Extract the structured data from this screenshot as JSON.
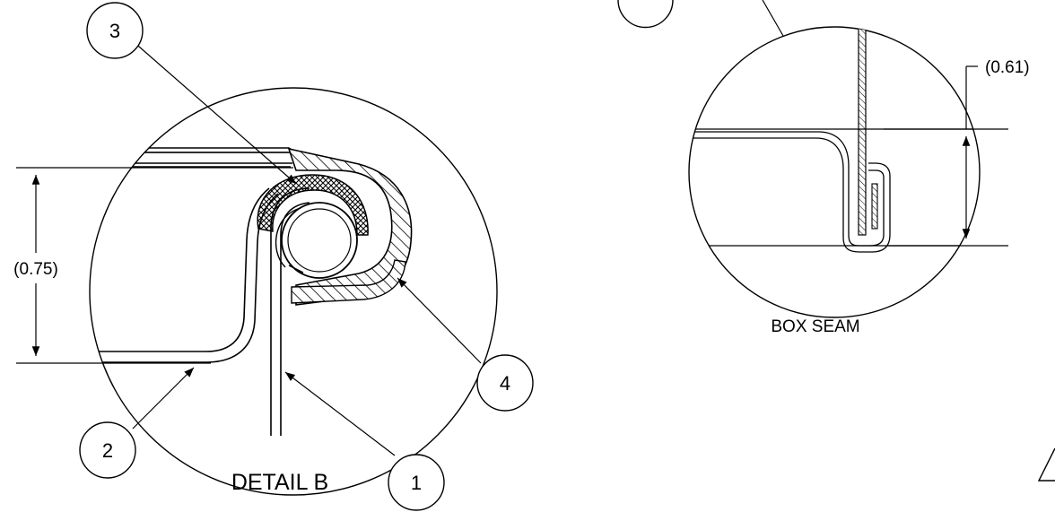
{
  "detail_b": {
    "title": "DETAIL B",
    "dimension": "(0.75)",
    "balloons": [
      "1",
      "2",
      "3",
      "4"
    ]
  },
  "box_seam": {
    "title": "BOX SEAM",
    "dimension": "(0.61)"
  }
}
